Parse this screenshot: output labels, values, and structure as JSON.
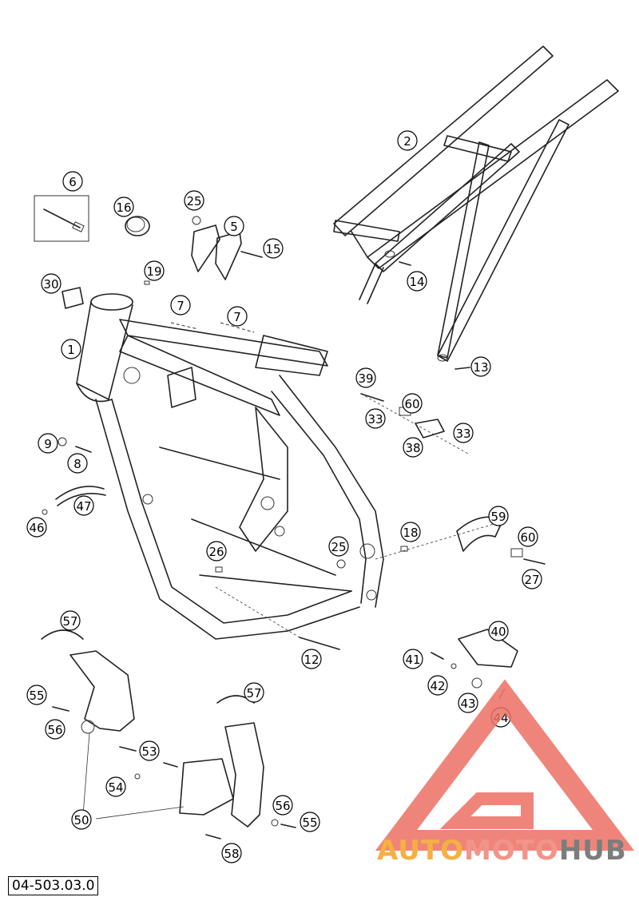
{
  "document_code": "04-503.03.0",
  "watermark": {
    "word_part1": "AUTO",
    "word_part2": "MOTO",
    "word_part3": "HUB",
    "color_part1": "#f5b041",
    "color_part2": "#f1948a",
    "color_part3": "#7b7d7d",
    "logo_color": "#ec7063"
  },
  "callouts": [
    {
      "id": "c-2",
      "label": "2"
    },
    {
      "id": "c-6",
      "label": "6"
    },
    {
      "id": "c-16",
      "label": "16"
    },
    {
      "id": "c-25a",
      "label": "25"
    },
    {
      "id": "c-5",
      "label": "5"
    },
    {
      "id": "c-15",
      "label": "15"
    },
    {
      "id": "c-14",
      "label": "14"
    },
    {
      "id": "c-19",
      "label": "19"
    },
    {
      "id": "c-30",
      "label": "30"
    },
    {
      "id": "c-7a",
      "label": "7"
    },
    {
      "id": "c-7b",
      "label": "7"
    },
    {
      "id": "c-1",
      "label": "1"
    },
    {
      "id": "c-13",
      "label": "13"
    },
    {
      "id": "c-39",
      "label": "39"
    },
    {
      "id": "c-60a",
      "label": "60"
    },
    {
      "id": "c-33a",
      "label": "33"
    },
    {
      "id": "c-33b",
      "label": "33"
    },
    {
      "id": "c-38",
      "label": "38"
    },
    {
      "id": "c-9",
      "label": "9"
    },
    {
      "id": "c-8",
      "label": "8"
    },
    {
      "id": "c-47",
      "label": "47"
    },
    {
      "id": "c-46",
      "label": "46"
    },
    {
      "id": "c-59",
      "label": "59"
    },
    {
      "id": "c-18",
      "label": "18"
    },
    {
      "id": "c-60b",
      "label": "60"
    },
    {
      "id": "c-25b",
      "label": "25"
    },
    {
      "id": "c-26",
      "label": "26"
    },
    {
      "id": "c-27",
      "label": "27"
    },
    {
      "id": "c-57a",
      "label": "57"
    },
    {
      "id": "c-40",
      "label": "40"
    },
    {
      "id": "c-12",
      "label": "12"
    },
    {
      "id": "c-41",
      "label": "41"
    },
    {
      "id": "c-42",
      "label": "42"
    },
    {
      "id": "c-55a",
      "label": "55"
    },
    {
      "id": "c-57b",
      "label": "57"
    },
    {
      "id": "c-43",
      "label": "43"
    },
    {
      "id": "c-56a",
      "label": "56"
    },
    {
      "id": "c-44",
      "label": "44"
    },
    {
      "id": "c-53",
      "label": "53"
    },
    {
      "id": "c-54",
      "label": "54"
    },
    {
      "id": "c-50",
      "label": "50"
    },
    {
      "id": "c-56b",
      "label": "56"
    },
    {
      "id": "c-55b",
      "label": "55"
    },
    {
      "id": "c-58",
      "label": "58"
    }
  ]
}
